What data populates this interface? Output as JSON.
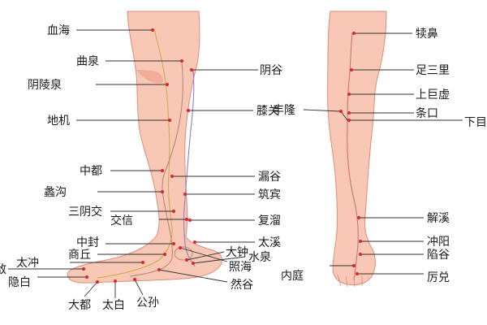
{
  "colors": {
    "skin": "#f8c7b6",
    "skin_shade": "#f0ad99",
    "outline": "#d98f7c",
    "point": "#e0232a",
    "meridian_spleen": "#c9b04a",
    "meridian_liver": "#b98a7a",
    "meridian_kidney": "#8f7fc7",
    "meridian_stomach": "#c07a78",
    "text": "#1a1a1a"
  },
  "left_leg": {
    "labels": {
      "xuehai": "血海",
      "ququan": "曲泉",
      "yinlingquan": "阴陵泉",
      "diji": "地机",
      "zhongdu": "中都",
      "ligou": "蠡沟",
      "sanyinjiao": "三阴交",
      "jiaoxin": "交信",
      "zhongfeng": "中封",
      "shangqiu": "商丘",
      "taichong": "太冲",
      "xingjian_partial": "敌",
      "yinbai": "隐白",
      "dadu": "大都",
      "taibai": "太白",
      "gongsun": "公孙",
      "yingu": "阴谷",
      "xiguan": "膝关",
      "lougu": "漏谷",
      "zhubin": "筑宾",
      "fuliu": "复溜",
      "taixi": "太溪",
      "dazhong": "大钟",
      "zhaohai": "照海",
      "shuiquan": "水泉",
      "rangu": "然谷"
    }
  },
  "right_leg": {
    "labels": {
      "dubi": "犊鼻",
      "zusanli": "足三里",
      "shangjuxu": "上巨虚",
      "tiaokou": "条口",
      "xiajuxu_partial": "下目",
      "fenglong": "丰隆",
      "jiexi": "解溪",
      "chongyang": "冲阳",
      "xiangu": "陷谷",
      "neiting": "内庭",
      "lidui": "厉兑"
    }
  }
}
